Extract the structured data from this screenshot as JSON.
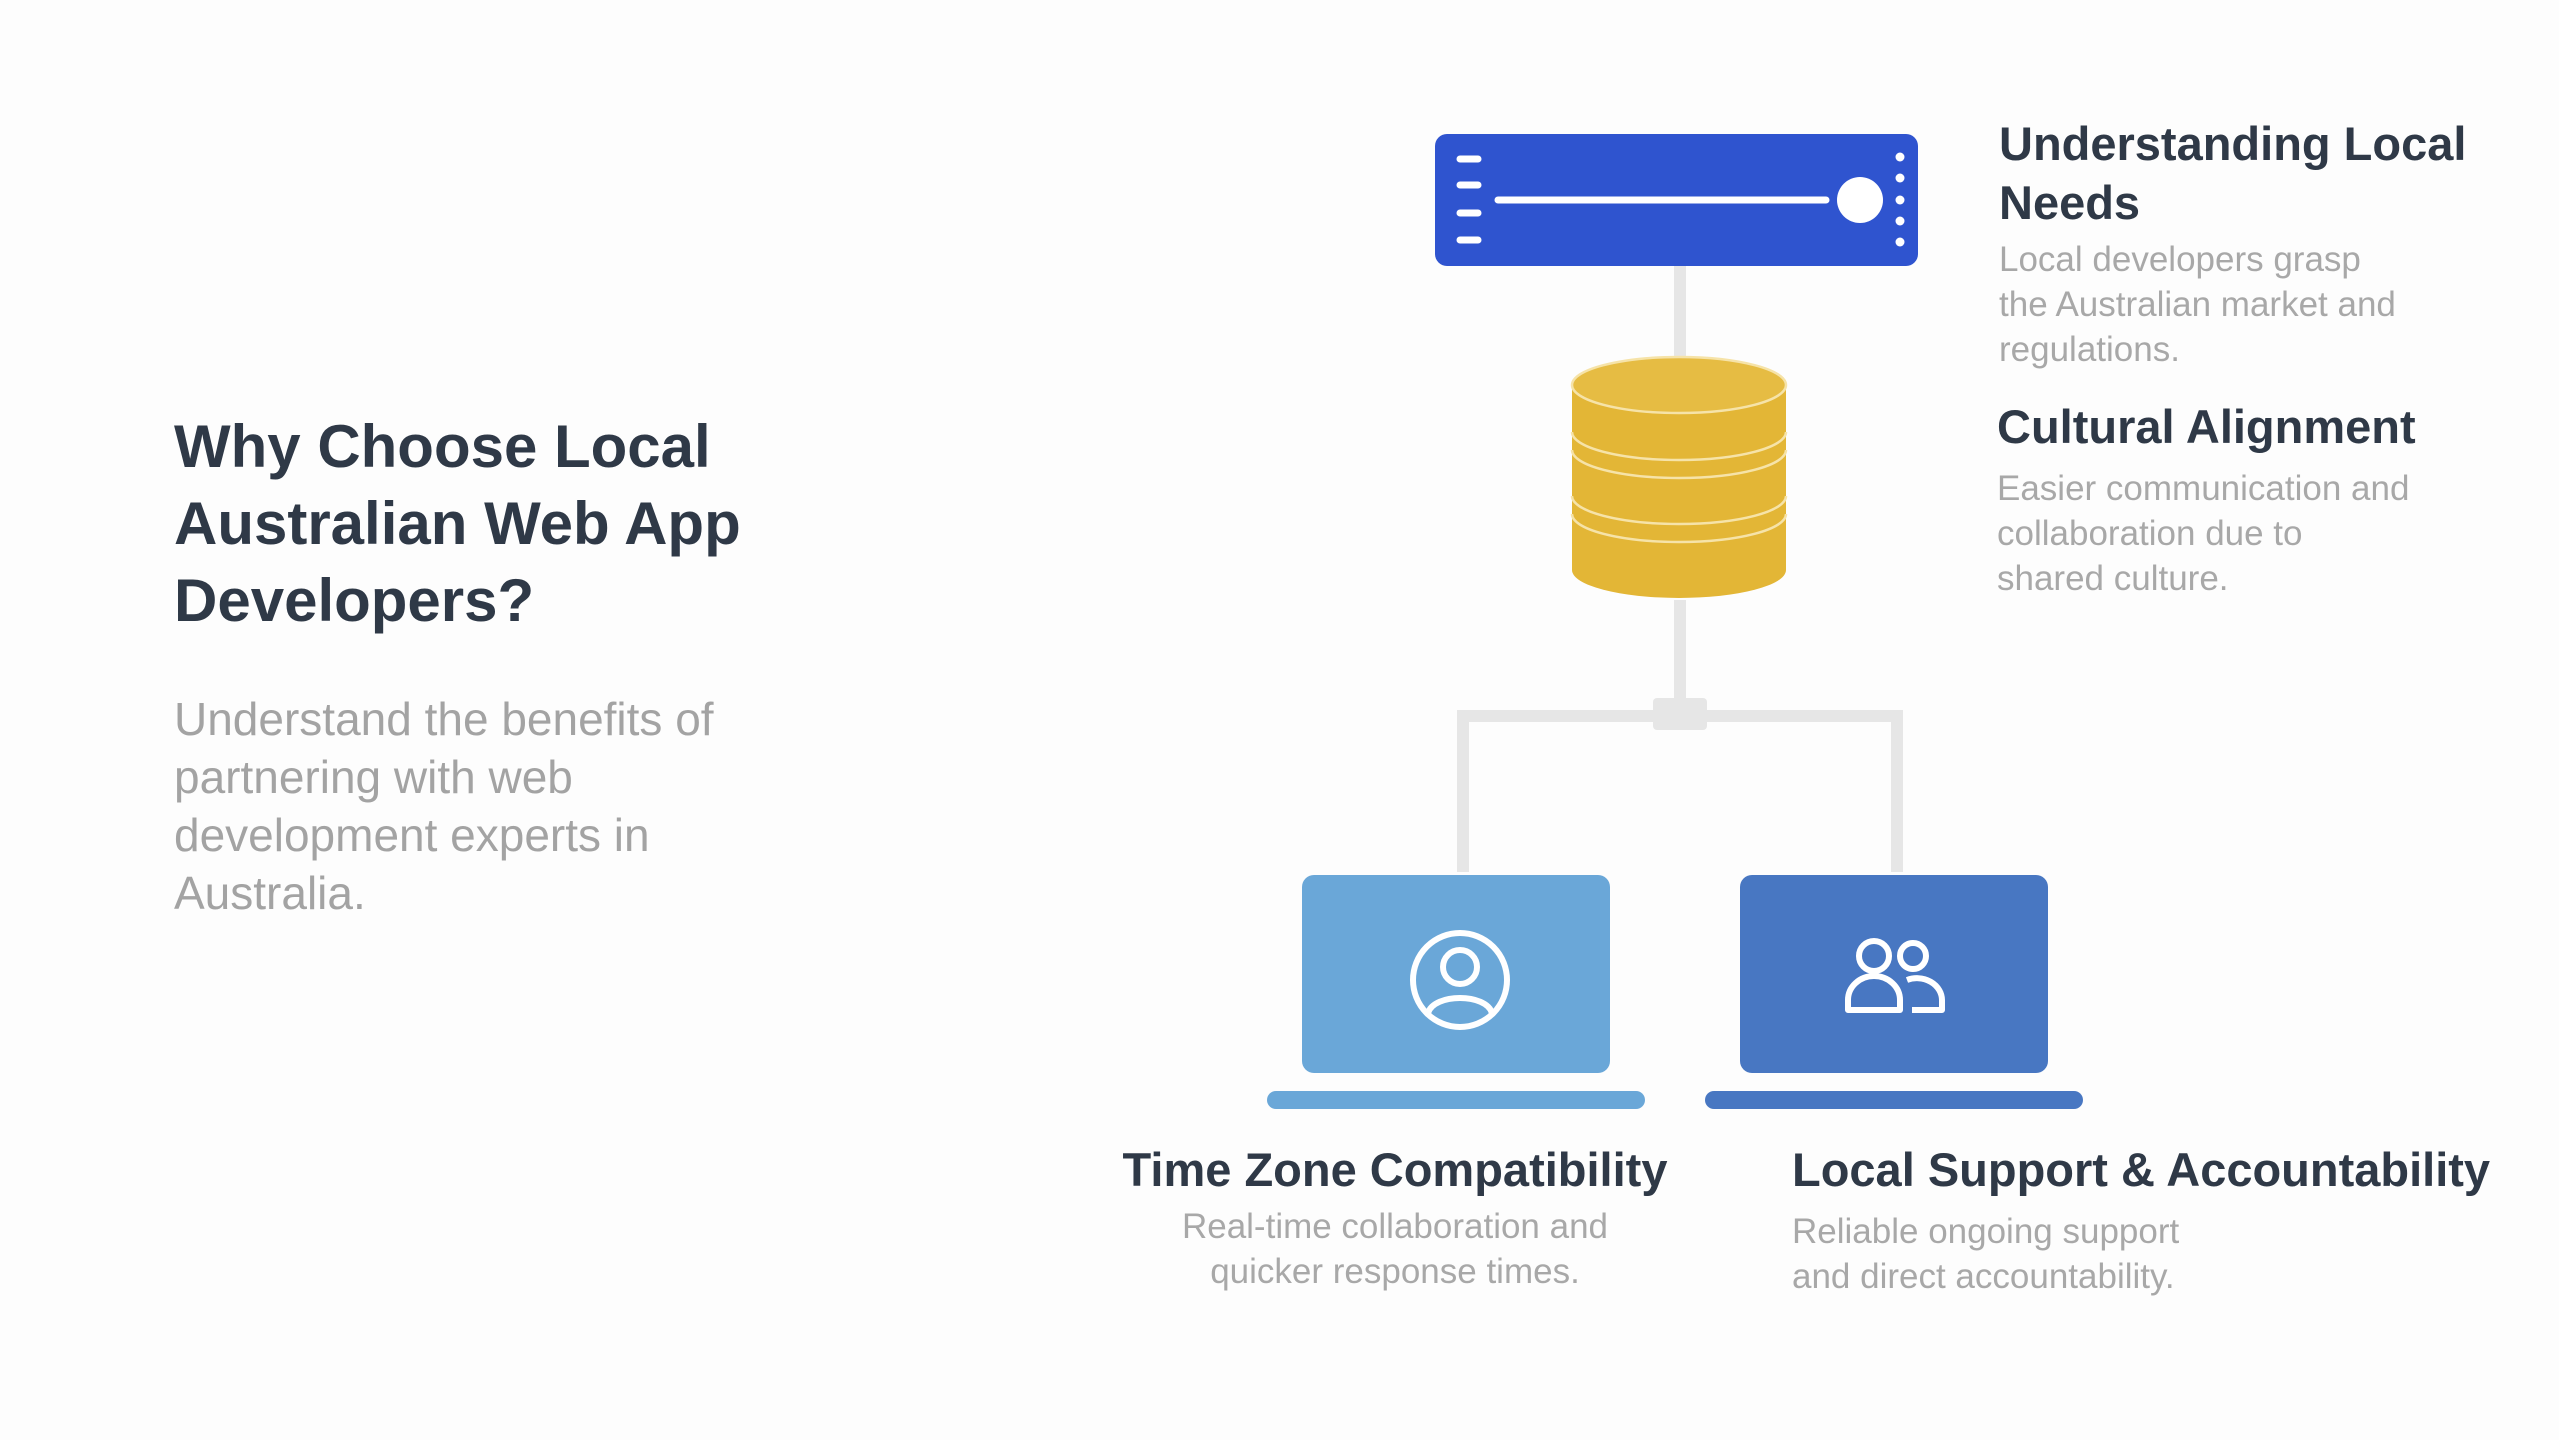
{
  "header": {
    "title": "Why Choose Local Australian Web App Developers?",
    "subtitle": "Understand the benefits of partnering with web development experts in Australia."
  },
  "features": {
    "understanding_local_needs": {
      "title": "Understanding Local Needs",
      "description": "Local developers grasp the Australian market and regulations."
    },
    "cultural_alignment": {
      "title": "Cultural Alignment",
      "description": "Easier communication and collaboration due to shared culture."
    },
    "time_zone_compatibility": {
      "title": "Time Zone Compatibility",
      "description": "Real-time collaboration and quicker response times."
    },
    "local_support": {
      "title": "Local Support & Accountability",
      "description": "Reliable ongoing support and direct accountability."
    }
  },
  "icons": {
    "server": "server-icon",
    "database": "database-icon",
    "laptop_left": "laptop-user-icon",
    "laptop_right": "laptop-users-icon"
  },
  "colors": {
    "server_blue": "#2f54cf",
    "database_gold": "#e3b636",
    "laptop_light_blue": "#6aa7d8",
    "laptop_dark_blue": "#4877c2",
    "connector_gray": "#e6e6e6",
    "title_text": "#2f3947",
    "body_text": "#a8a8a8"
  }
}
